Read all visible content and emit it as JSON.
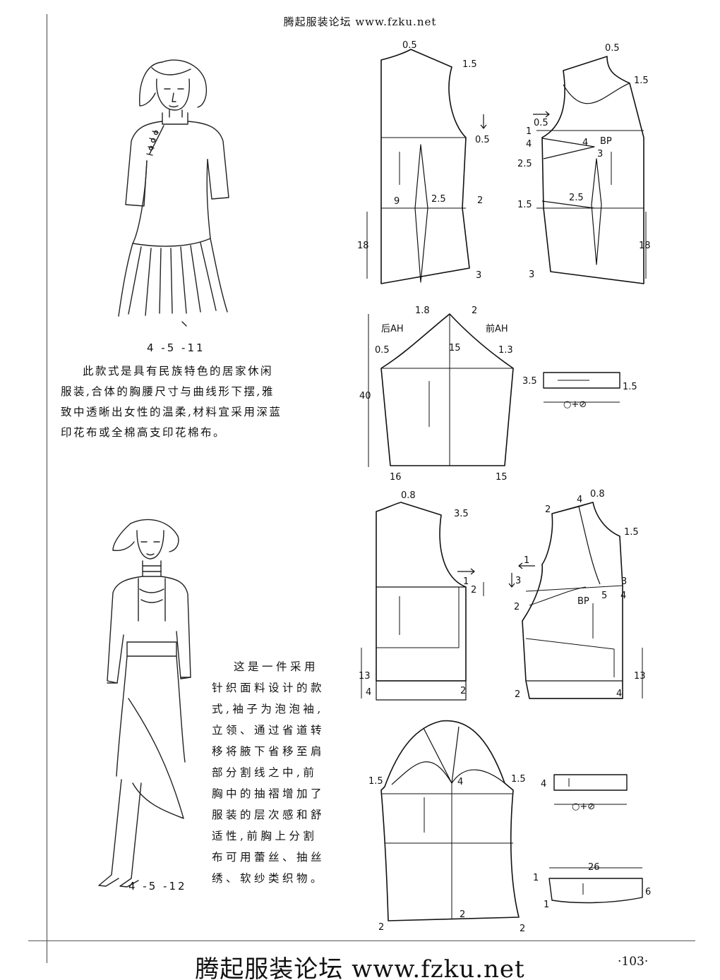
{
  "header": {
    "watermark": "腾起服装论坛 www.fzku.net"
  },
  "figures": [
    {
      "id": "4-5-11",
      "label": "4 -5 -11",
      "description_lines": [
        "此款式是具有民族特色的居家休闲",
        "服装,合体的胸腰尺寸与曲线形下摆,雅",
        "致中透晰出女性的温柔,材料宜采用深蓝",
        "印花布或全棉高支印花棉布。"
      ],
      "bodice_back": {
        "neck": "0.5",
        "shoulder": "1.5",
        "armhole": "0.5",
        "dart_width": "2.5",
        "waist_offset": "9",
        "side": "2",
        "hip_length": "18",
        "hem": "3"
      },
      "bodice_front": {
        "neck": "0.5",
        "shoulder": "1.5",
        "top_shift": "0.5",
        "down_arrow": "1",
        "dart_a": "4",
        "bp_offset": "4",
        "bp_label": "BP",
        "bp_down": "3",
        "dart_b": "2.5",
        "waist_in": "1.5",
        "waist_dart": "2.5",
        "hip_length": "18",
        "hem": "3"
      },
      "sleeve": {
        "back_ah": "后AH",
        "front_ah": "前AH",
        "cap_back": "1.8",
        "cap_front": "2",
        "cap_height": "15",
        "back_side": "0.5",
        "front_side": "1.3",
        "length": "40",
        "hem_back": "16",
        "hem_front": "15"
      },
      "cuff": {
        "width": "3.5",
        "end": "1.5",
        "length_label": "○+⊘"
      }
    },
    {
      "id": "4-5-12",
      "label": "4 -5 -12",
      "description_lines": [
        "这是一件采用",
        "针织面料设计的款",
        "式,袖子为泡泡袖,",
        "立领、通过省道转",
        "移将腋下省移至肩",
        "部分割线之中,前",
        "胸中的抽褶增加了",
        "服装的层次感和舒",
        "适性,前胸上分割",
        "布可用蕾丝、抽丝",
        "绣、软纱类织物。"
      ],
      "bodice_back": {
        "neck": "0.8",
        "shoulder": "3.5",
        "armhole_out": "1",
        "armhole_down": "2",
        "hip_length": "13",
        "band": "4",
        "band_side": "2"
      },
      "bodice_front": {
        "shoulder_split": "2",
        "neck_top": "4",
        "neck": "0.8",
        "shoulder": "1.5",
        "arrow_out": "1",
        "side_down": "3",
        "yoke_side": "3",
        "gather": "2",
        "bp_label": "BP",
        "bp_dist": "5",
        "center": "4",
        "hip_length": "13",
        "band_side": "2",
        "band": "4"
      },
      "sleeve": {
        "side_back": "1.5",
        "side_front": "1.5",
        "cap_split": "4",
        "hem_back": "2",
        "hem_center": "2",
        "hem_front": "2"
      },
      "cuff": {
        "width": "4",
        "length_label": "○+⊘"
      },
      "collar": {
        "length": "26",
        "left_top": "1",
        "left_bottom": "1",
        "height": "6"
      }
    }
  ],
  "footer": {
    "watermark": "腾起服装论坛 www.fzku.net",
    "page_number": "·103·"
  }
}
